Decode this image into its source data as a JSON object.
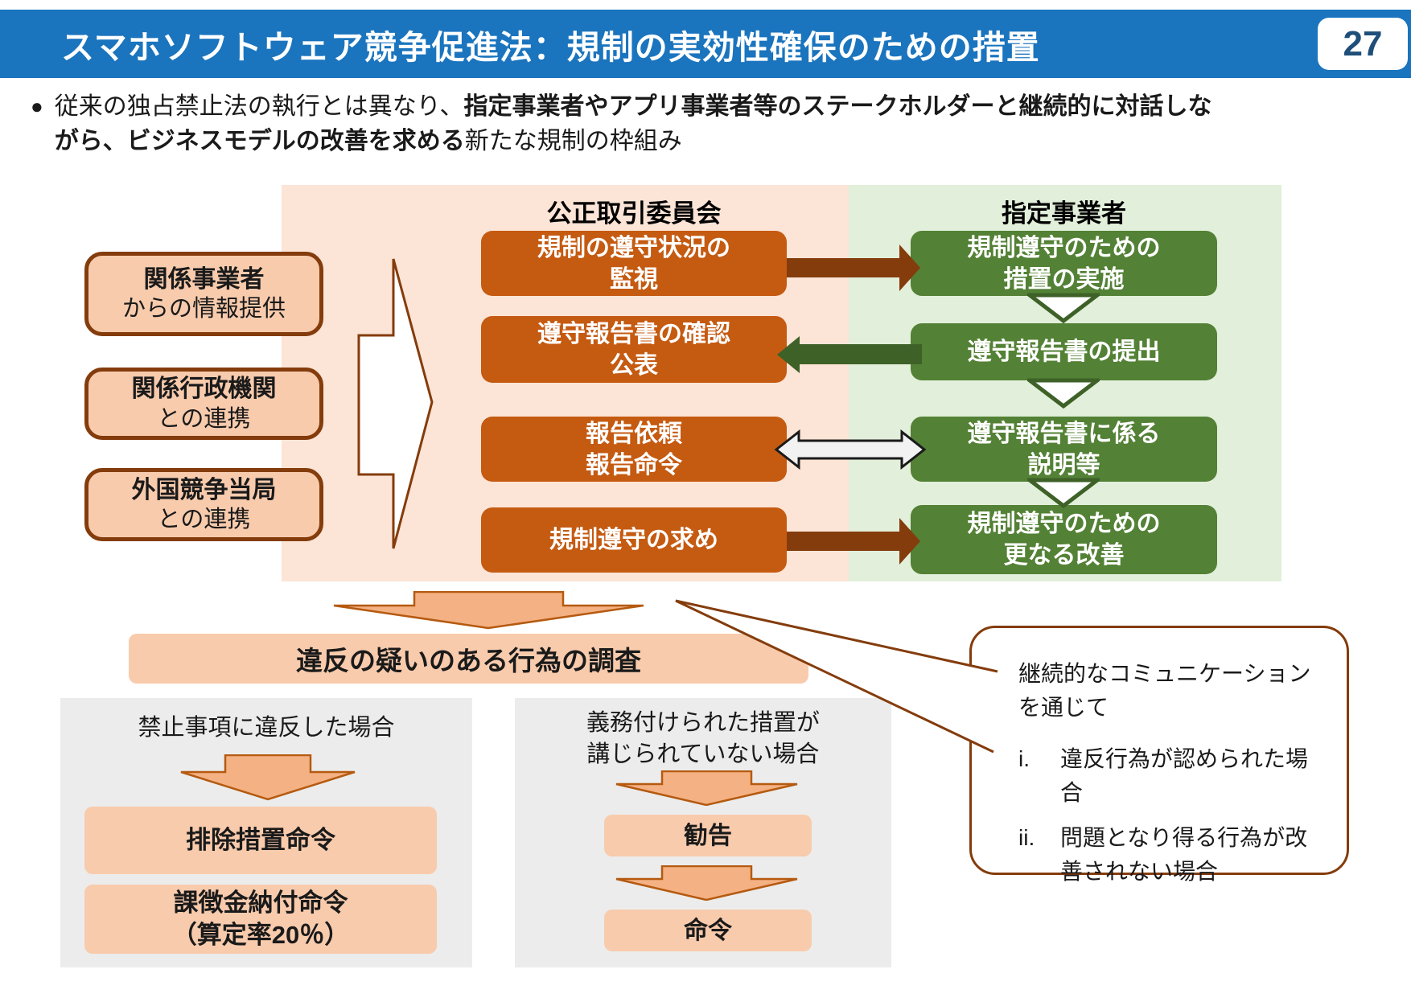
{
  "colors": {
    "titlebar_blue": "#1a74be",
    "page_number_navy": "#1f4e79",
    "panel_peach": "#fce4d6",
    "panel_light_green": "#e2efda",
    "box_orange": "#c55a11",
    "box_green": "#538135",
    "arrow_brown": "#843c0c",
    "arrow_dark_green": "#3e6128",
    "light_peach_box": "#f8cbad",
    "down_arrow_peach": "#f4b183",
    "gray_panel": "#ececec"
  },
  "header": {
    "title": "スマホソフトウェア競争促進法：規制の実効性確保のための措置",
    "page_number": "27"
  },
  "intro": {
    "bullet_marker": "●",
    "line1_regular": "従来の独占禁止法の執行とは異なり、",
    "line1_bold": "指定事業者やアプリ事業者等のステークホルダーと継続的に対話しな",
    "line2_bold": "がら、ビジネスモデルの改善を求める",
    "line2_regular": "新たな規制の枠組み"
  },
  "sources": [
    {
      "title": "関係事業者",
      "subtitle": "からの情報提供"
    },
    {
      "title": "関係行政機関",
      "subtitle": "との連携"
    },
    {
      "title": "外国競争当局",
      "subtitle": "との連携"
    }
  ],
  "jftc": {
    "header": "公正取引委員会",
    "boxes": [
      {
        "line1": "規制の遵守状況の",
        "line2": "監視"
      },
      {
        "line1": "遵守報告書の確認",
        "line2": "公表"
      },
      {
        "line1": "報告依頼",
        "line2": "報告命令"
      },
      {
        "line1": "規制遵守の求め",
        "line2": ""
      }
    ]
  },
  "designated": {
    "header": "指定事業者",
    "boxes": [
      {
        "line1": "規制遵守のための",
        "line2": "措置の実施"
      },
      {
        "line1": "遵守報告書の提出",
        "line2": ""
      },
      {
        "line1": "遵守報告書に係る",
        "line2": "説明等"
      },
      {
        "line1": "規制遵守のための",
        "line2": "更なる改善"
      }
    ]
  },
  "investigation": {
    "label": "違反の疑いのある行為の調査"
  },
  "prohibition_panel": {
    "heading": "禁止事項に違反した場合",
    "box1": "排除措置命令",
    "box2_line1": "課徴金納付命令",
    "box2_line2": "（算定率20％）"
  },
  "obligation_panel": {
    "heading_line1": "義務付けられた措置が",
    "heading_line2": "講じられていない場合",
    "box1": "勧告",
    "box2": "命令"
  },
  "callout": {
    "intro": "継続的なコミュニケーションを通じて",
    "items": [
      {
        "marker": "i.",
        "text": "違反行為が認められた場合"
      },
      {
        "marker": "ii.",
        "text": "問題となり得る行為が改善されない場合"
      }
    ]
  }
}
